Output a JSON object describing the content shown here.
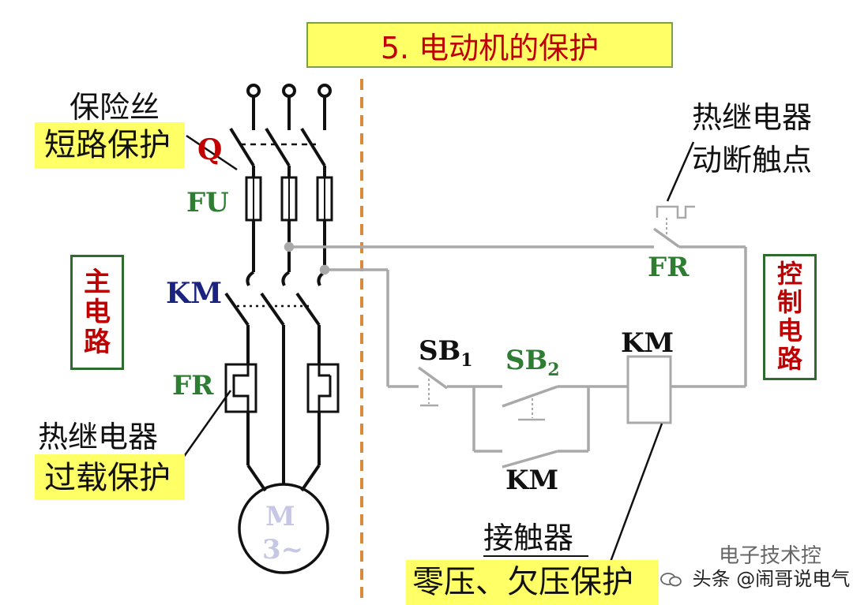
{
  "title": "5. 电动机的保护",
  "main_circuit_label": [
    "主",
    "电",
    "路"
  ],
  "control_circuit_label": [
    "控",
    "制",
    "电",
    "路"
  ],
  "fuse_caption": "保险丝",
  "fuse_function": "短路保护",
  "thermal_relay_caption": "热继电器",
  "thermal_relay_function": "过载保护",
  "fr_contact_caption_line1": "热继电器",
  "fr_contact_caption_line2": "动断触点",
  "contactor_caption": "接触器",
  "contactor_function": "零压、欠压保护",
  "labels": {
    "q": "Q",
    "fu": "FU",
    "km_main": "KM",
    "fr_main": "FR",
    "fr_control": "FR",
    "sb1": "SB",
    "sb1_sub": "1",
    "sb2": "SB",
    "sb2_sub": "2",
    "km_coil": "KM",
    "km_aux": "KM"
  },
  "motor": {
    "name": "M",
    "type": "3~"
  },
  "watermark": "头条 @闹哥说电气",
  "watermark_overlay": "电子技术控",
  "colors": {
    "title_bg": "#ffff66",
    "title_text": "#c00000",
    "caption_bg": "#ffff66",
    "label_red": "#c00000",
    "label_green": "#2e7d32",
    "label_navy": "#1a237e",
    "divider": "#d98a3a"
  }
}
